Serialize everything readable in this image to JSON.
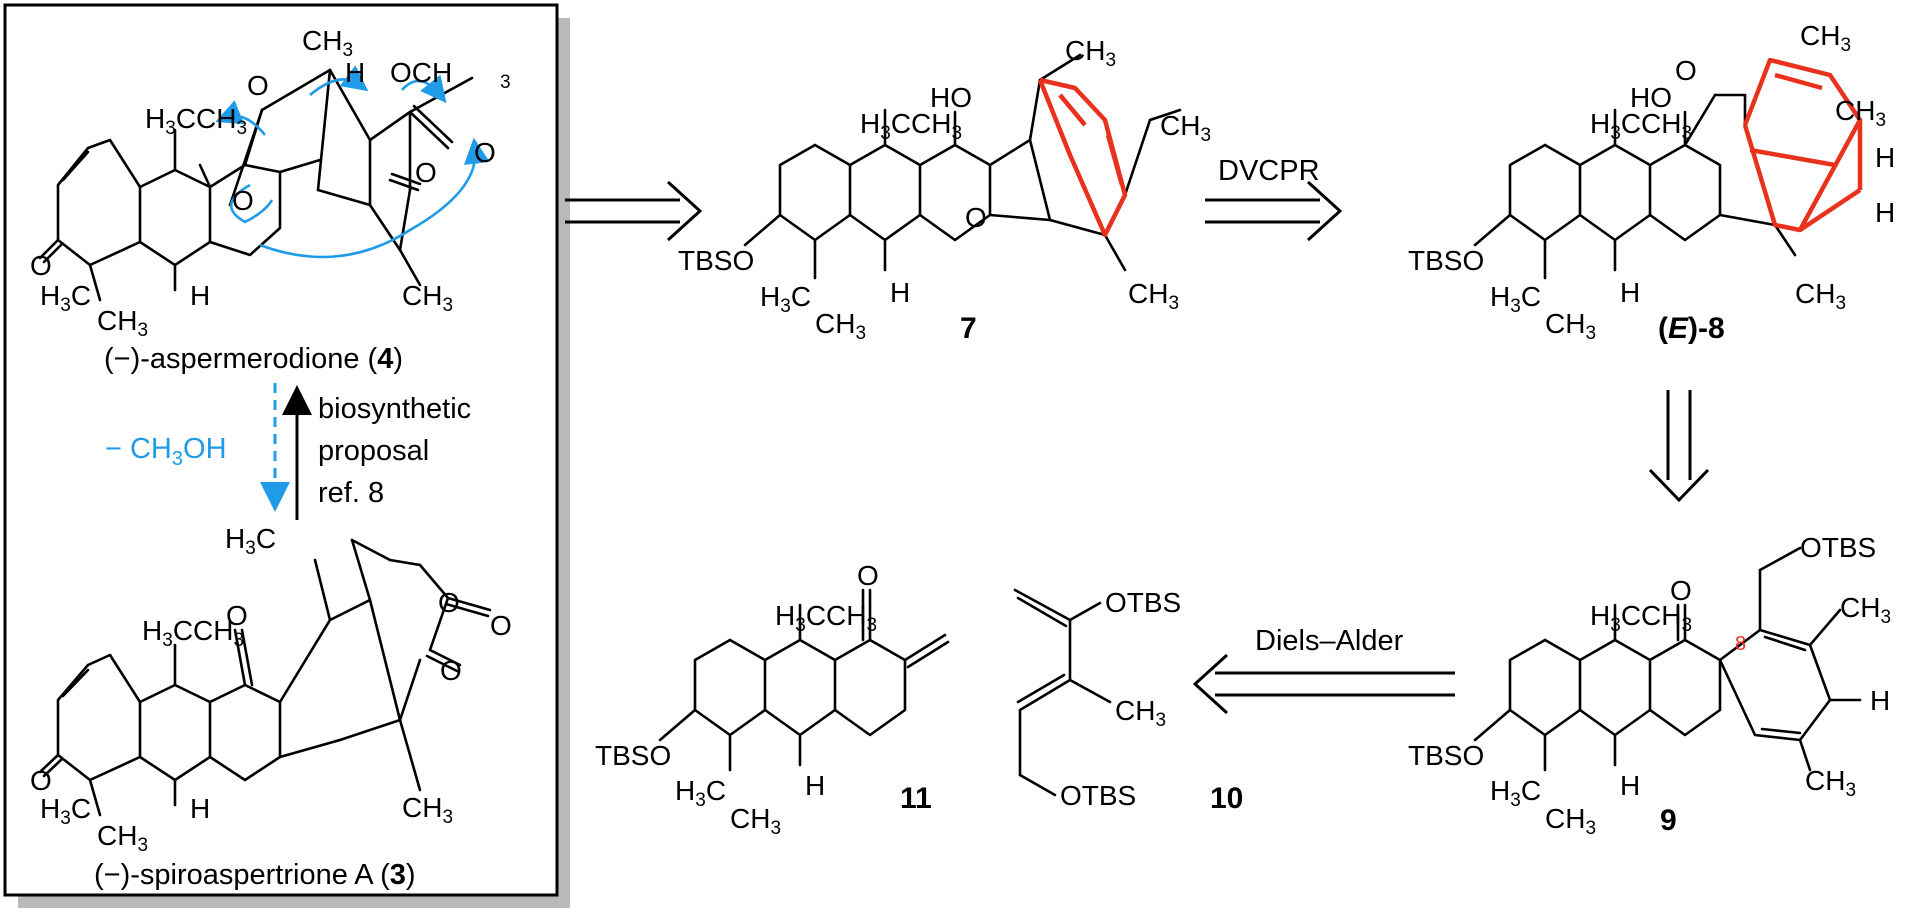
{
  "colors": {
    "bond": "#000000",
    "highlight": "#e8321e",
    "arrow_blue": "#1f9be8",
    "box_shadow": "#b9b9b9",
    "site_label": "#e8321e"
  },
  "box": {
    "top_compound": {
      "name": "(−)-aspermerodione (",
      "number": "4",
      "close": ")"
    },
    "bottom_compound": {
      "name": "(−)-spiroaspertrione A (",
      "number": "3",
      "close": ")"
    },
    "loss": {
      "prefix": "− CH",
      "sub": "3",
      "suffix": "OH"
    },
    "proposal": [
      "biosynthetic",
      "proposal",
      "ref. 8"
    ]
  },
  "labels": {
    "ch3": "CH",
    "h3c": "H",
    "three": "3",
    "c": "C",
    "ho": "HO",
    "och3": "OCH",
    "h": "H",
    "o": "O",
    "tbso": "TBSO",
    "otbs": "OTBS"
  },
  "compounds": {
    "c7": "7",
    "c8_prefix": "(",
    "c8_italic": "E",
    "c8_suffix": ")-8",
    "c9": "9",
    "c10": "10",
    "c11": "11"
  },
  "reactions": {
    "dvcpr": "DVCPR",
    "diels_alder": "Diels–Alder"
  },
  "site_number": "8"
}
